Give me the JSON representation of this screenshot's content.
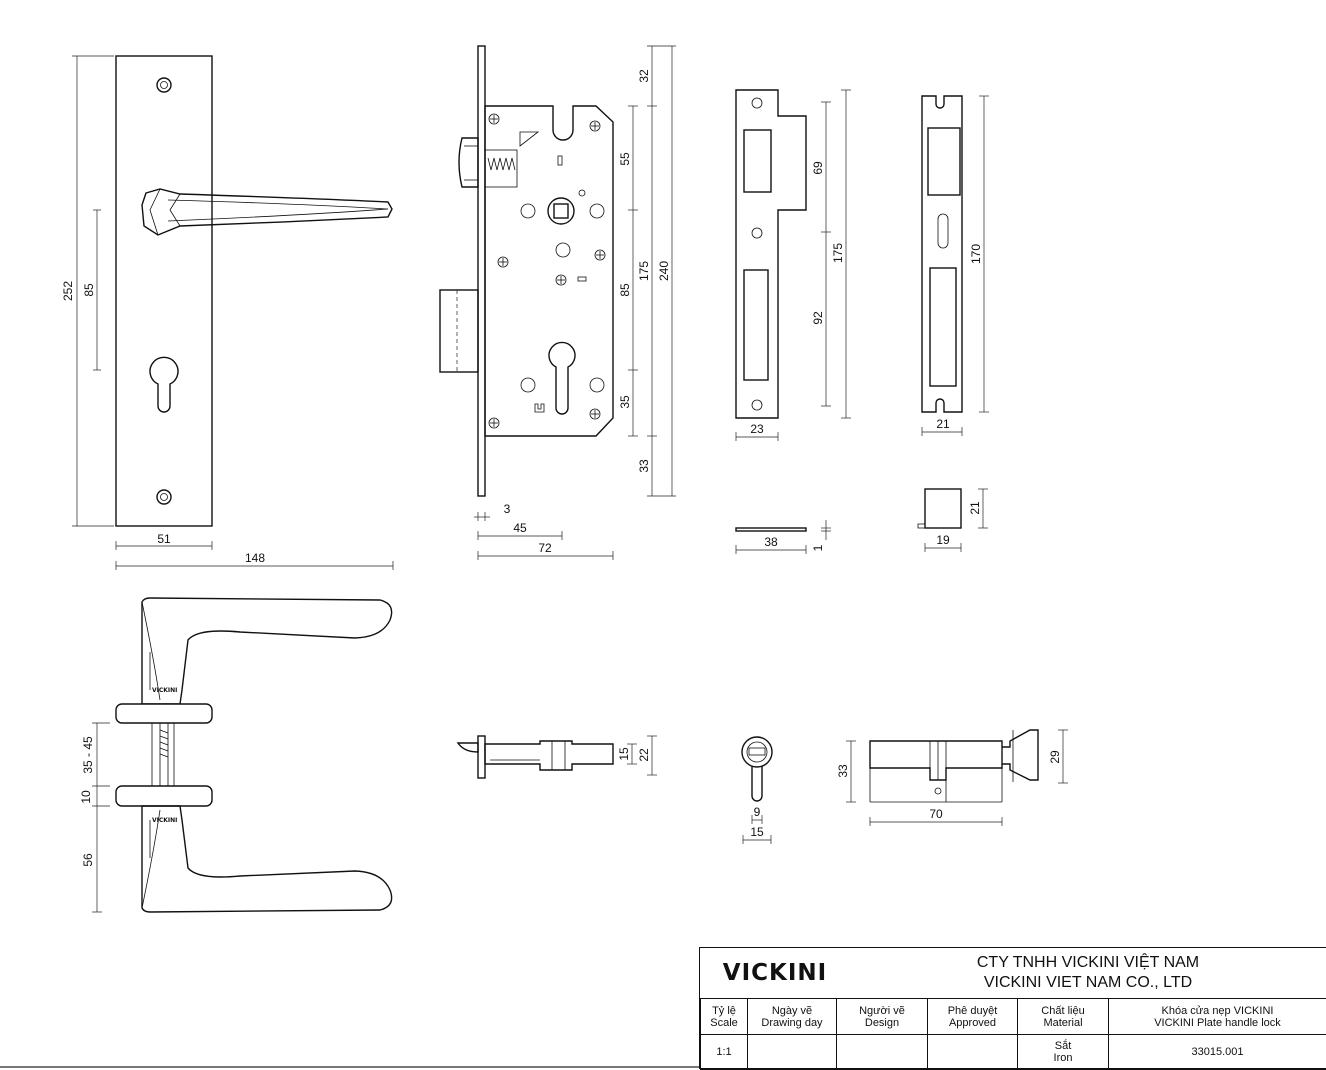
{
  "dimensions": {
    "plate_height": "252",
    "handle_to_key": "85",
    "plate_width": "51",
    "total_width": "148",
    "mortise_top": "32",
    "mortise_spindle": "55",
    "mortise_backset": "85",
    "mortise_cyl": "35",
    "mortise_bottom": "33",
    "mortise_case": "175",
    "mortise_faceplate": "240",
    "faceplate_thick": "3",
    "backset": "45",
    "case_depth": "72",
    "strike_69": "69",
    "strike_175": "175",
    "strike_92": "92",
    "strike_width": "23",
    "strike_length": "38",
    "strike_thick": "1",
    "box_170": "170",
    "box_width": "21",
    "box_depth": "21",
    "box_w19": "19",
    "door_thickness": "35 - 45",
    "rose_thick": "10",
    "handle_proj": "56",
    "latch_15": "15",
    "latch_22": "22",
    "cyl_9": "9",
    "cyl_15": "15",
    "cyl_33": "33",
    "cyl_70": "70",
    "cyl_29": "29"
  },
  "title_block": {
    "logo": "VICKINI",
    "company_vn": "CTY TNHH VICKINI VIỆT NAM",
    "company_en": "VICKINI VIET NAM CO., LTD",
    "headers": {
      "scale_vn": "Tỷ lệ",
      "scale_en": "Scale",
      "date_vn": "Ngày vẽ",
      "date_en": "Drawing day",
      "designer_vn": "Người vẽ",
      "designer_en": "Design",
      "approved_vn": "Phê duyệt",
      "approved_en": "Approved",
      "material_vn": "Chất liệu",
      "material_en": "Material",
      "product_vn": "Khóa cửa nẹp VICKINI",
      "product_en": "VICKINI Plate handle lock"
    },
    "values": {
      "scale": "1:1",
      "date": "",
      "designer": "",
      "approved": "",
      "material_vn": "Sắt",
      "material_en": "Iron",
      "code": "33015.001"
    }
  }
}
